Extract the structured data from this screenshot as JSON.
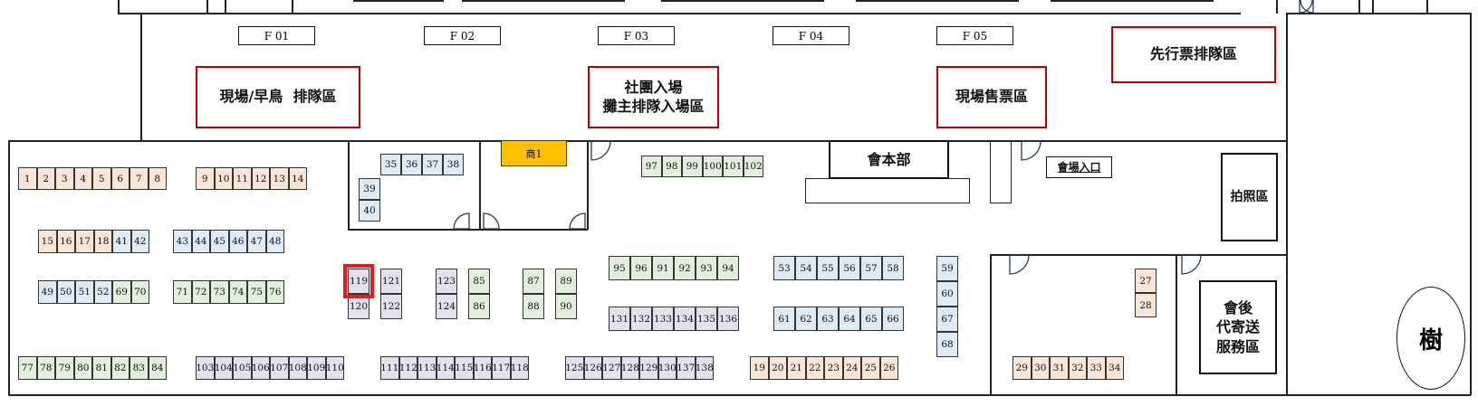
{
  "gates": [
    "F 01",
    "F 02",
    "F 03",
    "F 04",
    "F 05"
  ],
  "zones": {
    "onsite_early": "現場/早鳥  排隊區",
    "club_entry_line1": "社團入場",
    "club_entry_line2": "攤主排隊入場區",
    "onsite_ticket": "現場售票區",
    "presale": "先行票排隊區"
  },
  "labels": {
    "shop1": "商1",
    "hq": "會本部",
    "venue_entrance": "會場入口",
    "photo_area": "拍照區",
    "post_event_line1": "會後",
    "post_event_line2": "代寄送",
    "post_event_line3": "服務區",
    "tree": "樹"
  },
  "highlighted_booth": "119",
  "colors": {
    "zone_border": "#c00000",
    "highlight": "#e31c1c",
    "shop": "#ffc000"
  },
  "booths": {
    "r1a": [
      "1",
      "2",
      "3",
      "4",
      "5",
      "6",
      "7",
      "8"
    ],
    "r1b": [
      "9",
      "10",
      "11",
      "12",
      "13",
      "14"
    ],
    "r2a_peach": [
      "15",
      "16",
      "17",
      "18"
    ],
    "r2a_blue": [
      "41",
      "42"
    ],
    "r2b": [
      "43",
      "44",
      "45",
      "46",
      "47",
      "48"
    ],
    "r3a_blue": [
      "49",
      "50",
      "51",
      "52"
    ],
    "r3a_green": [
      "69",
      "70"
    ],
    "r3b": [
      "71",
      "72",
      "73",
      "74",
      "75",
      "76"
    ],
    "r4a": [
      "77",
      "78",
      "79",
      "80",
      "81",
      "82",
      "83",
      "84"
    ],
    "r4b": [
      "103",
      "104",
      "105",
      "106",
      "107",
      "108",
      "109",
      "110"
    ],
    "r4c": [
      "111",
      "112",
      "113",
      "114",
      "115",
      "116",
      "117",
      "118"
    ],
    "r4d": [
      "125",
      "126",
      "127",
      "128",
      "129",
      "130",
      "137",
      "138"
    ],
    "r4e": [
      "19",
      "20",
      "21",
      "22",
      "23",
      "24",
      "25",
      "26"
    ],
    "r4f": [
      "29",
      "30",
      "31",
      "32",
      "33",
      "34"
    ],
    "room_top": [
      "35",
      "36",
      "37",
      "38"
    ],
    "room_side": [
      "39",
      "40"
    ],
    "top_green": [
      "97",
      "98",
      "99",
      "100",
      "101",
      "102"
    ],
    "mid_green": [
      "95",
      "96",
      "91",
      "92",
      "93",
      "94"
    ],
    "mid_lav": [
      "131",
      "132",
      "133",
      "134",
      "135",
      "136"
    ],
    "mid_blue1": [
      "53",
      "54",
      "55",
      "56",
      "57",
      "58"
    ],
    "mid_blue2": [
      "61",
      "62",
      "63",
      "64",
      "65",
      "66"
    ],
    "col_blue": [
      "59",
      "60",
      "67",
      "68"
    ],
    "pairs": [
      [
        "119",
        "120"
      ],
      [
        "121",
        "122"
      ],
      [
        "123",
        "124"
      ],
      [
        "85",
        "86"
      ],
      [
        "87",
        "88"
      ],
      [
        "89",
        "90"
      ]
    ],
    "right_peach": [
      "27",
      "28"
    ]
  }
}
